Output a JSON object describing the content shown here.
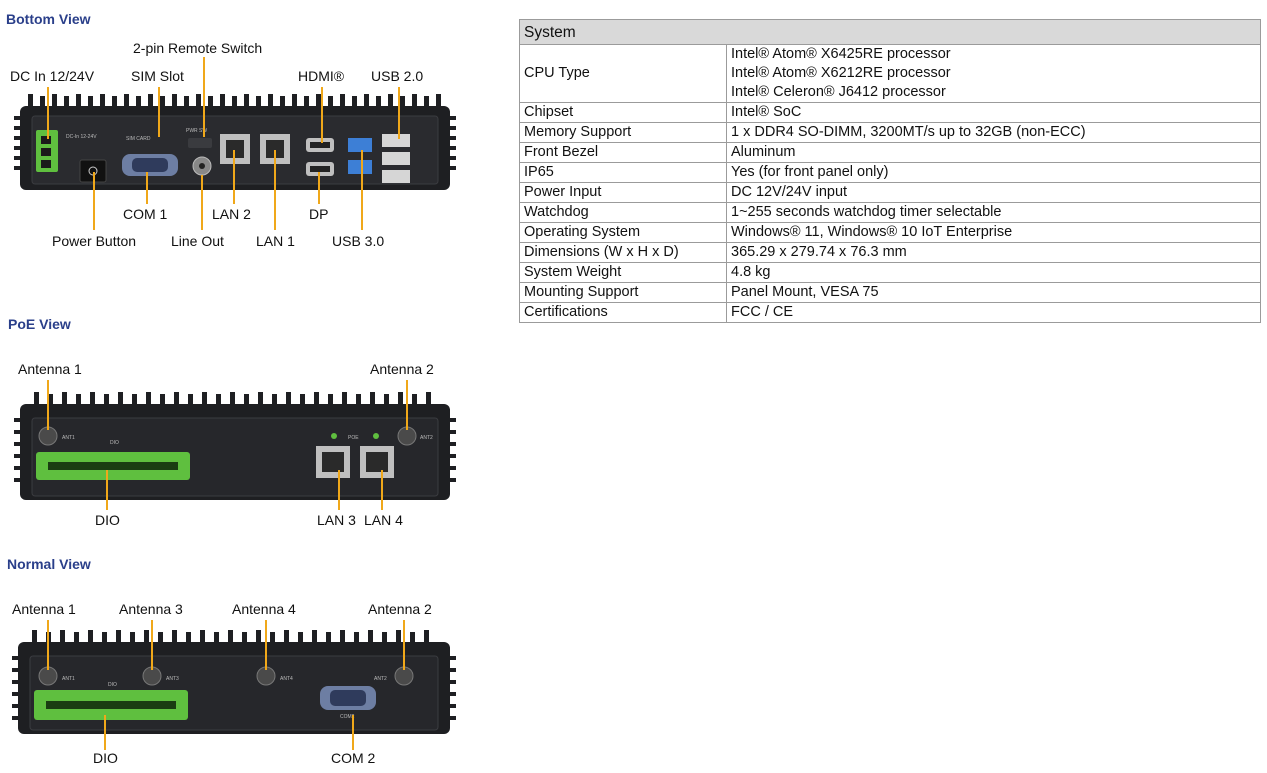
{
  "bottom_view": {
    "title": "Bottom View",
    "labels": {
      "remote_switch": "2-pin Remote Switch",
      "dc_in": "DC In 12/24V",
      "sim_slot": "SIM Slot",
      "hdmi": "HDMI®",
      "usb2": "USB 2.0",
      "com1": "COM 1",
      "lan2": "LAN 2",
      "dp": "DP",
      "power_button": "Power Button",
      "line_out": "Line Out",
      "lan1": "LAN 1",
      "usb3": "USB 3.0"
    }
  },
  "poe_view": {
    "title": "PoE View",
    "labels": {
      "antenna1": "Antenna 1",
      "antenna2": "Antenna 2",
      "dio": "DIO",
      "lan3": "LAN 3",
      "lan4": "LAN 4"
    }
  },
  "normal_view": {
    "title": "Normal View",
    "labels": {
      "antenna1": "Antenna 1",
      "antenna3": "Antenna 3",
      "antenna4": "Antenna 4",
      "antenna2": "Antenna 2",
      "dio": "DIO",
      "com2": "COM 2"
    }
  },
  "spec": {
    "header": "System",
    "rows": [
      {
        "key": "CPU Type",
        "lines": [
          "Intel® Atom® X6425RE processor",
          "Intel® Atom® X6212RE processor",
          "Intel® Celeron® J6412 processor"
        ]
      },
      {
        "key": "Chipset",
        "lines": [
          "Intel® SoC"
        ]
      },
      {
        "key": "Memory Support",
        "lines": [
          "1 x DDR4 SO-DIMM, 3200MT/s up to 32GB (non-ECC)"
        ]
      },
      {
        "key": "Front Bezel",
        "lines": [
          "Aluminum"
        ]
      },
      {
        "key": "IP65",
        "lines": [
          "Yes (for front panel only)"
        ]
      },
      {
        "key": "Power Input",
        "lines": [
          "DC 12V/24V input"
        ]
      },
      {
        "key": "Watchdog",
        "lines": [
          "1~255 seconds watchdog timer selectable"
        ]
      },
      {
        "key": "Operating System",
        "lines": [
          "Windows® 11, Windows® 10 IoT Enterprise"
        ]
      },
      {
        "key": "Dimensions (W x H x D)",
        "lines": [
          "365.29 x 279.74 x 76.3 mm"
        ]
      },
      {
        "key": "System Weight",
        "lines": [
          "4.8 kg"
        ]
      },
      {
        "key": "Mounting Support",
        "lines": [
          "Panel Mount, VESA 75"
        ]
      },
      {
        "key": "Certifications",
        "lines": [
          "FCC / CE"
        ]
      }
    ]
  },
  "device_silkscreen": {
    "dc_in": "DC-In 12-24V",
    "sim_card": "SIM CARD",
    "pwr_sw": "PWR SW",
    "ant1": "ANT1",
    "ant2": "ANT2",
    "ant3": "ANT3",
    "ant4": "ANT4",
    "dio": "DIO",
    "poe": "POE",
    "com2": "COM2"
  },
  "colors": {
    "section_title": "#2a3f8a",
    "leader_line": "#f0a81a",
    "terminal_green": "#5fbf3f",
    "chassis": "#1e1f22",
    "table_header_bg": "#d9d9d9"
  }
}
